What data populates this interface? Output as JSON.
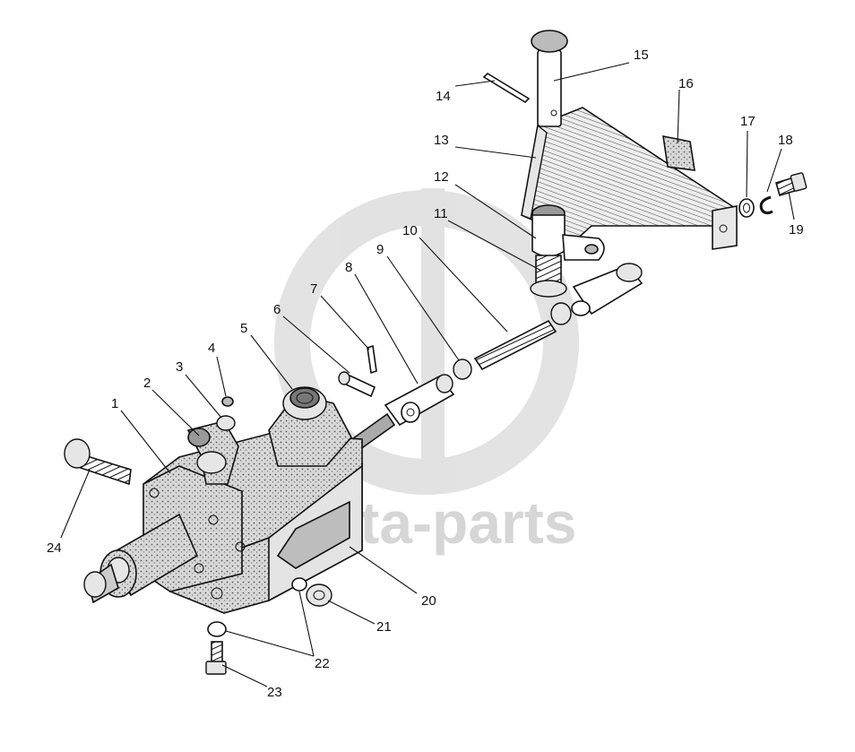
{
  "watermark": {
    "text": "delta-parts"
  },
  "callouts": [
    "1",
    "2",
    "3",
    "4",
    "5",
    "6",
    "7",
    "8",
    "9",
    "10",
    "11",
    "12",
    "13",
    "14",
    "15",
    "16",
    "17",
    "18",
    "19",
    "20",
    "21",
    "22",
    "23",
    "24"
  ],
  "colors": {
    "line": "#111111",
    "watermark": "#c9c9c9",
    "shade": "#cfcfcf"
  }
}
